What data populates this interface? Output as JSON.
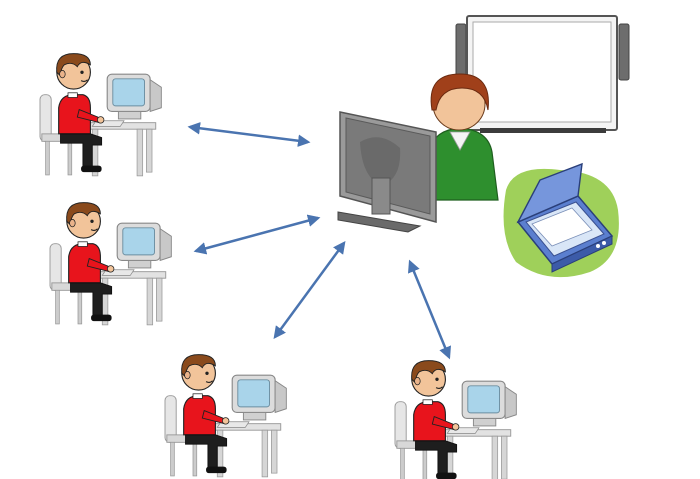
{
  "diagram": {
    "nodes": [
      {
        "id": "student-1",
        "kind": "student-workstation"
      },
      {
        "id": "student-2",
        "kind": "student-workstation"
      },
      {
        "id": "student-3",
        "kind": "student-workstation"
      },
      {
        "id": "student-4",
        "kind": "student-workstation"
      },
      {
        "id": "teacher",
        "kind": "teacher-workstation"
      },
      {
        "id": "whiteboard",
        "kind": "interactive-whiteboard"
      },
      {
        "id": "scanner",
        "kind": "document-scanner"
      }
    ],
    "edges": [
      {
        "from": "teacher",
        "to": "student-1",
        "direction": "both"
      },
      {
        "from": "teacher",
        "to": "student-2",
        "direction": "both"
      },
      {
        "from": "teacher",
        "to": "student-3",
        "direction": "both"
      },
      {
        "from": "teacher",
        "to": "student-4",
        "direction": "both"
      }
    ],
    "colors": {
      "arrow": "#4a74b0",
      "student_shirt": "#e8141c",
      "student_hair": "#8a4a1c",
      "skin": "#f2c49a",
      "teacher_shirt": "#2e8f2e",
      "teacher_hair": "#a0401a",
      "scanner_backdrop": "#9fd05a",
      "scanner_body": "#5b7fcf",
      "monitor_gray": "#8a8a8a",
      "crt_screen": "#a9d4ea"
    }
  }
}
